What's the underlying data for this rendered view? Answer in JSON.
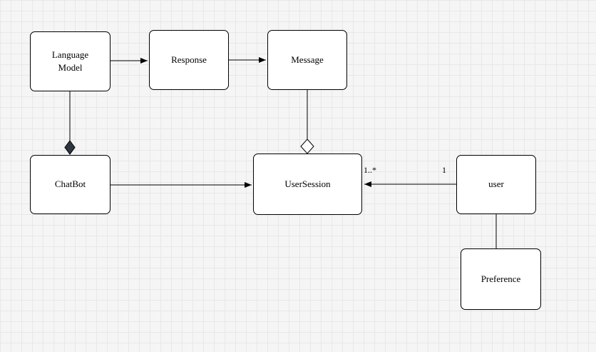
{
  "diagram": {
    "nodes": {
      "language_model": {
        "label": "Language\nModel"
      },
      "response": {
        "label": "Response"
      },
      "message": {
        "label": "Message"
      },
      "chatbot": {
        "label": "ChatBot"
      },
      "user_session": {
        "label": "UserSession"
      },
      "user": {
        "label": "user"
      },
      "preference": {
        "label": "Preference"
      }
    },
    "edges": [
      {
        "from": "language_model",
        "to": "response",
        "type": "directed-arrow"
      },
      {
        "from": "response",
        "to": "message",
        "type": "directed-arrow"
      },
      {
        "from": "language_model",
        "to": "chatbot",
        "type": "composition-filled-diamond"
      },
      {
        "from": "message",
        "to": "user_session",
        "type": "aggregation-hollow-diamond"
      },
      {
        "from": "chatbot",
        "to": "user_session",
        "type": "directed-arrow"
      },
      {
        "from": "user",
        "to": "user_session",
        "type": "directed-arrow",
        "source_multiplicity": "1",
        "target_multiplicity": "1..*"
      },
      {
        "from": "user",
        "to": "preference",
        "type": "plain-line"
      }
    ],
    "colors": {
      "node_fill": "#ffffff",
      "node_border": "#000000",
      "edge_stroke": "#000000",
      "composition_diamond_fill": "#2f3542",
      "aggregation_diamond_fill": "#ffffff",
      "canvas_background": "#f5f5f5",
      "grid_line": "#e8e8e8"
    }
  }
}
